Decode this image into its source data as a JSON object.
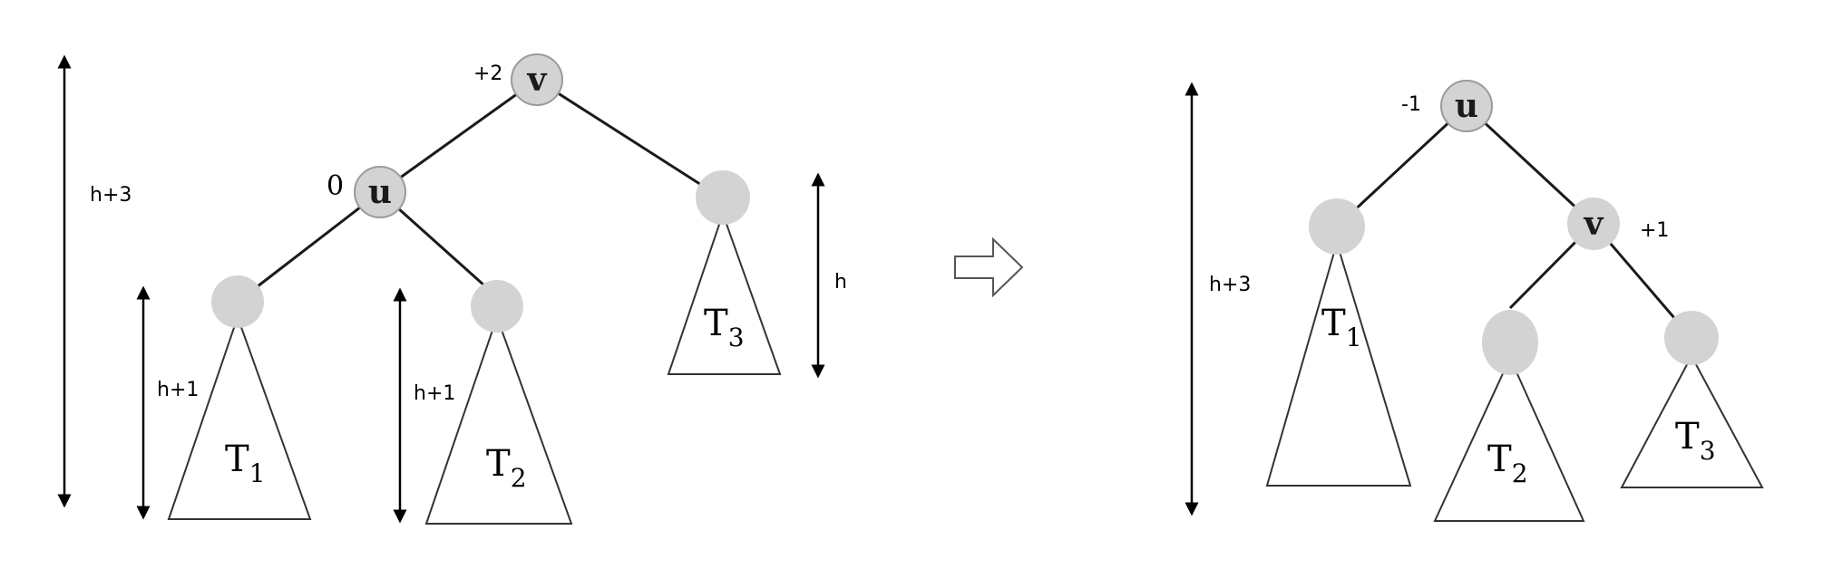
{
  "left_tree": {
    "v": {
      "letter": "v",
      "balance": "+2"
    },
    "u": {
      "letter": "u",
      "balance": "0"
    },
    "T1": {
      "main": "T",
      "sub": "1"
    },
    "T2": {
      "main": "T",
      "sub": "2"
    },
    "T3": {
      "main": "T",
      "sub": "3"
    },
    "height_total": "h+3",
    "height_T1": "h+1",
    "height_T2": "h+1",
    "height_T3": "h"
  },
  "right_tree": {
    "u": {
      "letter": "u",
      "balance": "-1"
    },
    "v": {
      "letter": "v",
      "balance": "+1"
    },
    "T1": {
      "main": "T",
      "sub": "1"
    },
    "T2": {
      "main": "T",
      "sub": "2"
    },
    "T3": {
      "main": "T",
      "sub": "3"
    },
    "height_total": "h+3"
  },
  "icons": {
    "transform_arrow": "hollow-right-arrow-icon"
  },
  "colors": {
    "node_fill": "#d3d3d3",
    "line": "#1a1a1a"
  }
}
